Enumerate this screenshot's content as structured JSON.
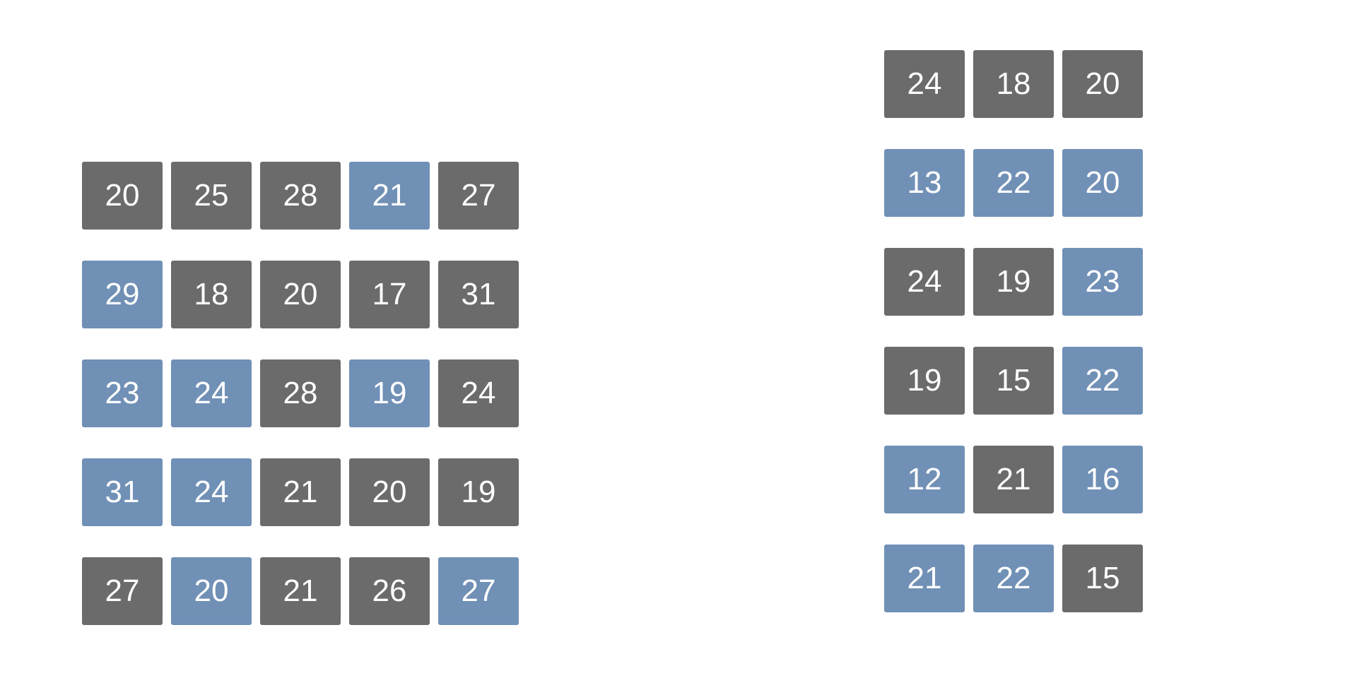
{
  "colors": {
    "gray": "#6b6b6b",
    "blue": "#7090b6",
    "text": "#ffffff",
    "background": "#ffffff"
  },
  "left_grid": {
    "rows": [
      [
        {
          "value": "20",
          "color": "gray"
        },
        {
          "value": "25",
          "color": "gray"
        },
        {
          "value": "28",
          "color": "gray"
        },
        {
          "value": "21",
          "color": "blue"
        },
        {
          "value": "27",
          "color": "gray"
        }
      ],
      [
        {
          "value": "29",
          "color": "blue"
        },
        {
          "value": "18",
          "color": "gray"
        },
        {
          "value": "20",
          "color": "gray"
        },
        {
          "value": "17",
          "color": "gray"
        },
        {
          "value": "31",
          "color": "gray"
        }
      ],
      [
        {
          "value": "23",
          "color": "blue"
        },
        {
          "value": "24",
          "color": "blue"
        },
        {
          "value": "28",
          "color": "gray"
        },
        {
          "value": "19",
          "color": "blue"
        },
        {
          "value": "24",
          "color": "gray"
        }
      ],
      [
        {
          "value": "31",
          "color": "blue"
        },
        {
          "value": "24",
          "color": "blue"
        },
        {
          "value": "21",
          "color": "gray"
        },
        {
          "value": "20",
          "color": "gray"
        },
        {
          "value": "19",
          "color": "gray"
        }
      ],
      [
        {
          "value": "27",
          "color": "gray"
        },
        {
          "value": "20",
          "color": "blue"
        },
        {
          "value": "21",
          "color": "gray"
        },
        {
          "value": "26",
          "color": "gray"
        },
        {
          "value": "27",
          "color": "blue"
        }
      ]
    ]
  },
  "right_grid": {
    "rows": [
      [
        {
          "value": "24",
          "color": "gray"
        },
        {
          "value": "18",
          "color": "gray"
        },
        {
          "value": "20",
          "color": "gray"
        }
      ],
      [
        {
          "value": "13",
          "color": "blue"
        },
        {
          "value": "22",
          "color": "blue"
        },
        {
          "value": "20",
          "color": "blue"
        }
      ],
      [
        {
          "value": "24",
          "color": "gray"
        },
        {
          "value": "19",
          "color": "gray"
        },
        {
          "value": "23",
          "color": "blue"
        }
      ],
      [
        {
          "value": "19",
          "color": "gray"
        },
        {
          "value": "15",
          "color": "gray"
        },
        {
          "value": "22",
          "color": "blue"
        }
      ],
      [
        {
          "value": "12",
          "color": "blue"
        },
        {
          "value": "21",
          "color": "gray"
        },
        {
          "value": "16",
          "color": "blue"
        }
      ],
      [
        {
          "value": "21",
          "color": "blue"
        },
        {
          "value": "22",
          "color": "blue"
        },
        {
          "value": "15",
          "color": "gray"
        }
      ]
    ]
  }
}
